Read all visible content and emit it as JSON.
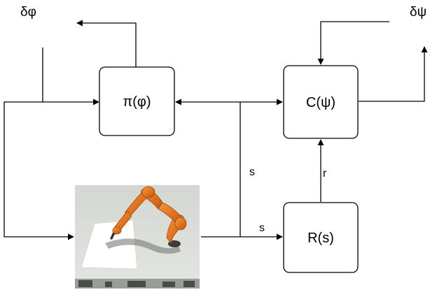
{
  "blocks": {
    "policy": {
      "label": "π(φ)"
    },
    "critic": {
      "label": "C(ψ)"
    },
    "reward": {
      "label": "R(s)"
    }
  },
  "signals": {
    "state_to_policy": "s",
    "state_to_reward": "s",
    "reward_to_critic": "r",
    "policy_update": "δφ",
    "critic_update": "δψ"
  },
  "colors": {
    "line": "#000000",
    "robot": "#e0711c",
    "env_bg": "#d9dbd6",
    "table": "#ffffff"
  }
}
